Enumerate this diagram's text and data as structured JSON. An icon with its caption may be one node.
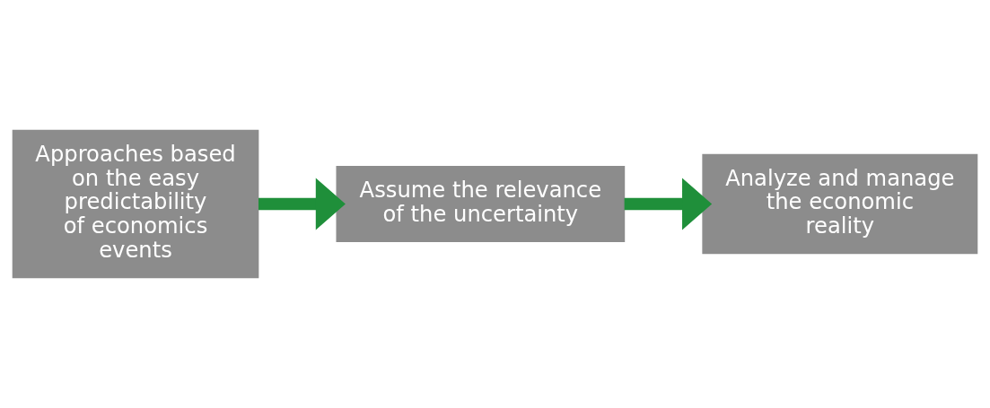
{
  "diagram": {
    "nodes": [
      {
        "text": [
          "Approaches based on the easy predictability of economics events"
        ]
      },
      {
        "text": [
          "Assume the relevance of the uncertainty"
        ]
      },
      {
        "text": [
          "Analyze and manage the economic reality"
        ]
      }
    ],
    "edges": [
      {
        "from": 0,
        "to": 1,
        "arrow": "to",
        "color": "#1f8f3a"
      },
      {
        "from": 1,
        "to": 2,
        "arrow": "to",
        "color": "#1f8f3a"
      }
    ]
  }
}
